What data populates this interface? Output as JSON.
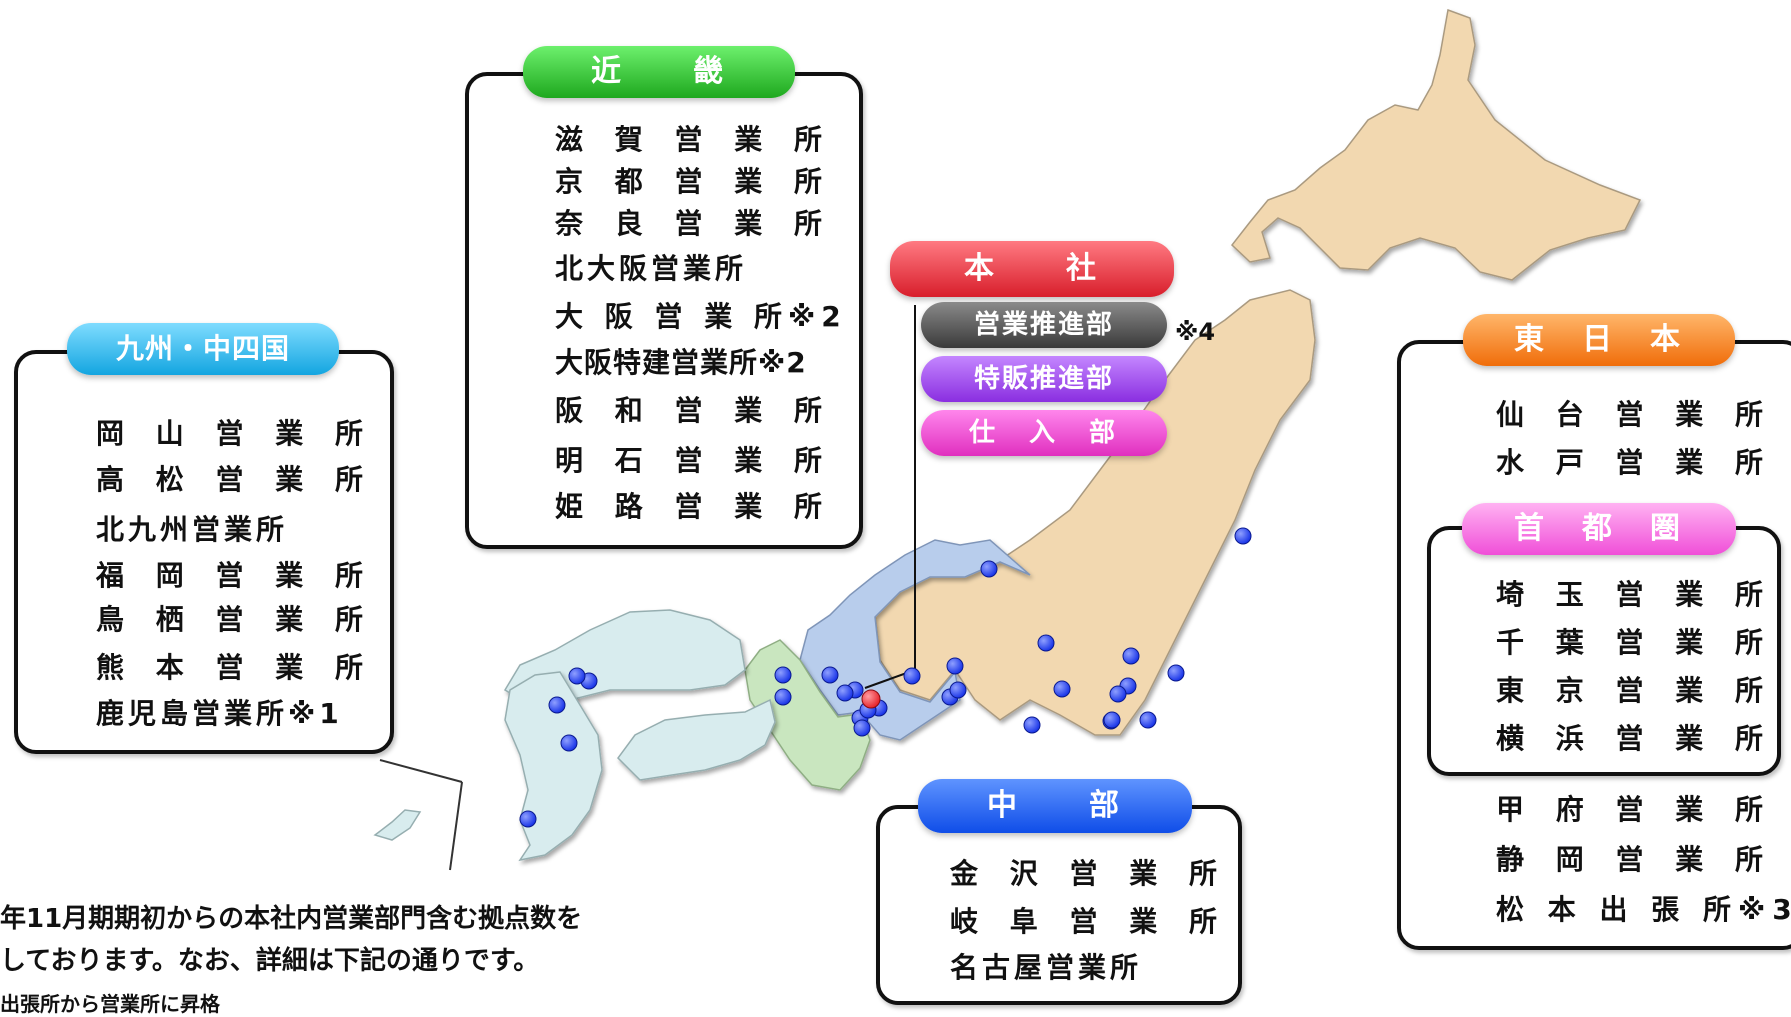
{
  "regions": {
    "kinki": {
      "label": "近　　畿",
      "color": "#27c227",
      "offices": [
        "滋 賀 営 業 所",
        "京 都 営 業 所",
        "奈 良 営 業 所",
        "北大阪営業所",
        "大 阪 営 業 所※2",
        "大阪特建営業所※2",
        "阪 和 営 業 所",
        "明 石 営 業 所",
        "姫 路 営 業 所"
      ]
    },
    "kyushu": {
      "label": "九州・中四国",
      "color": "#22b8ec",
      "offices": [
        "岡 山 営 業 所",
        "高 松 営 業 所",
        "北九州営業所",
        "福 岡 営 業 所",
        "鳥 栖 営 業 所",
        "熊 本 営 業 所",
        "鹿児島営業所※1"
      ]
    },
    "honsha": {
      "label": "本　　社",
      "color": "#e32b35",
      "departments": [
        {
          "label": "営業推進部",
          "color": "#555555",
          "note": "※4"
        },
        {
          "label": "特販推進部",
          "color": "#9a3de6"
        },
        {
          "label": "仕　入　部",
          "color": "#e93fcf"
        }
      ]
    },
    "higashi": {
      "label": "東　日　本",
      "color": "#f77e0e",
      "offices": [
        "仙 台 営 業 所",
        "水 戸 営 業 所"
      ],
      "subregion": {
        "label": "首　都　圏",
        "color": "#f36ee0",
        "offices": [
          "埼 玉 営 業 所",
          "千 葉 営 業 所",
          "東 京 営 業 所",
          "横 浜 営 業 所"
        ]
      },
      "more_offices": [
        "甲 府 営 業 所",
        "静 岡 営 業 所",
        "松 本 出 張 所※3"
      ]
    },
    "chubu": {
      "label": "中　　部",
      "color": "#1a5ef0",
      "offices": [
        "金 沢 営 業 所",
        "岐 阜 営 業 所",
        "名古屋営業所"
      ]
    }
  },
  "notes": [
    "年11月期期初からの本社内営業部門含む拠点数を",
    "しております。なお、詳細は下記の通りです。",
    "出張所から営業所に昇格"
  ],
  "map": {
    "colors": {
      "east": "#f2d8b0",
      "chubu": "#b8cdec",
      "kinki": "#c9e6bf",
      "west": "#d8ecee",
      "office_marker": "#1b36e8",
      "hq_marker": "#e8262e"
    },
    "icons": [
      "office-marker-icon",
      "hq-marker-icon"
    ]
  }
}
